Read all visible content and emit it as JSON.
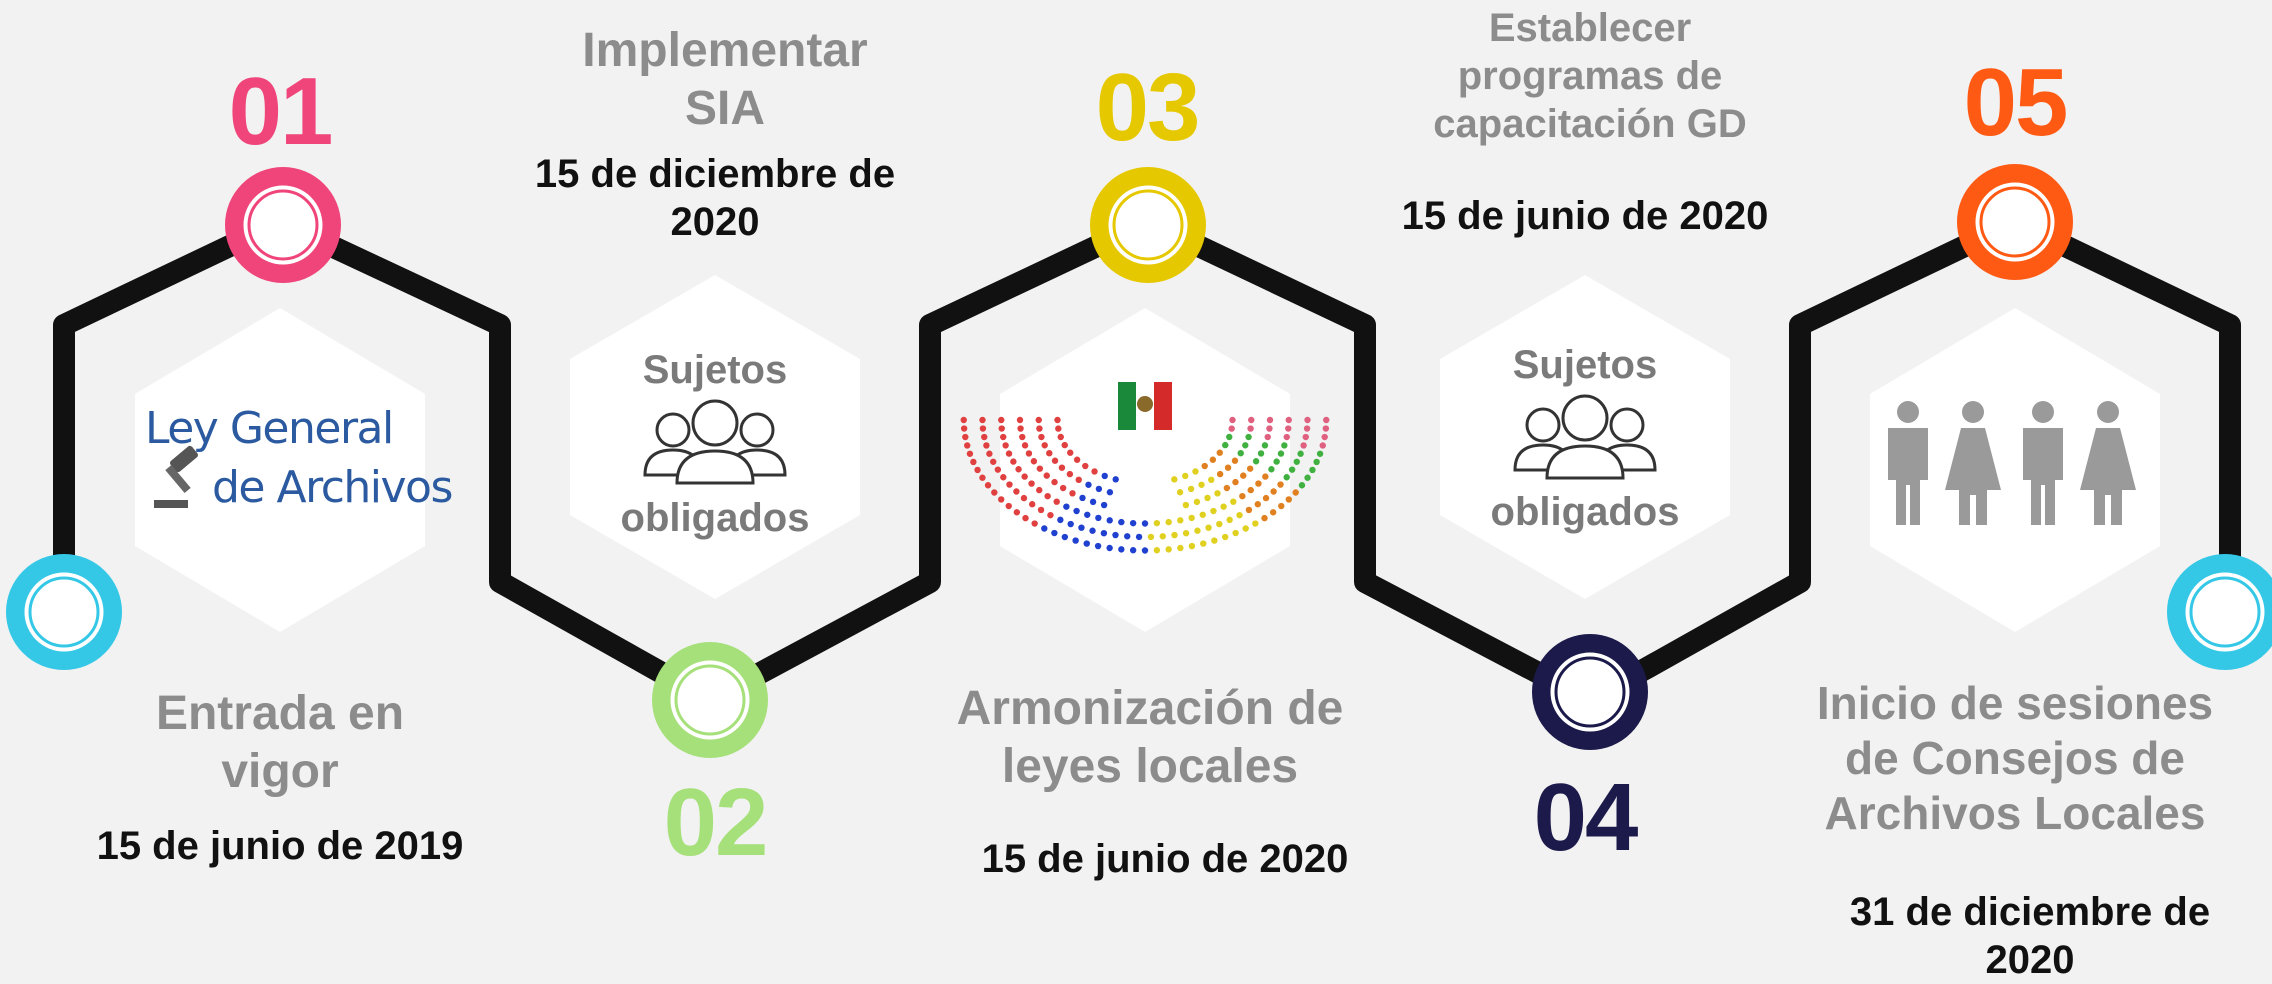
{
  "steps": [
    {
      "number": "01",
      "title": "Entrada en vigor",
      "date": "15 de junio de 2019",
      "color": "#f0457a"
    },
    {
      "number": "02",
      "title": "Implementar SIA",
      "date": "15 de diciembre de 2020",
      "color": "#a6e07a"
    },
    {
      "number": "03",
      "title": "Armonización de leyes locales",
      "date": "15 de junio de 2020",
      "color": "#e6c800"
    },
    {
      "number": "04",
      "title": "Establecer programas de capacitación GD",
      "date": "15 de junio de 2020",
      "color": "#1c1a4a"
    },
    {
      "number": "05",
      "title": "Inicio de sesiones de Consejos de Archivos Locales",
      "date": "31 de diciembre de 2020",
      "color": "#ff5a14"
    }
  ],
  "logo": {
    "line1": "Ley General",
    "line2": "de Archivos"
  },
  "hex2": {
    "line1": "Sujetos",
    "line2": "obligados",
    "icon": "people-group-icon"
  },
  "hex3": {
    "icon": "congress-seats-icon"
  },
  "hex4": {
    "line1": "Sujetos",
    "line2": "obligados",
    "icon": "people-group-icon"
  },
  "hex5": {
    "icon": "men-women-icon"
  },
  "end_color": "#35c8e6"
}
